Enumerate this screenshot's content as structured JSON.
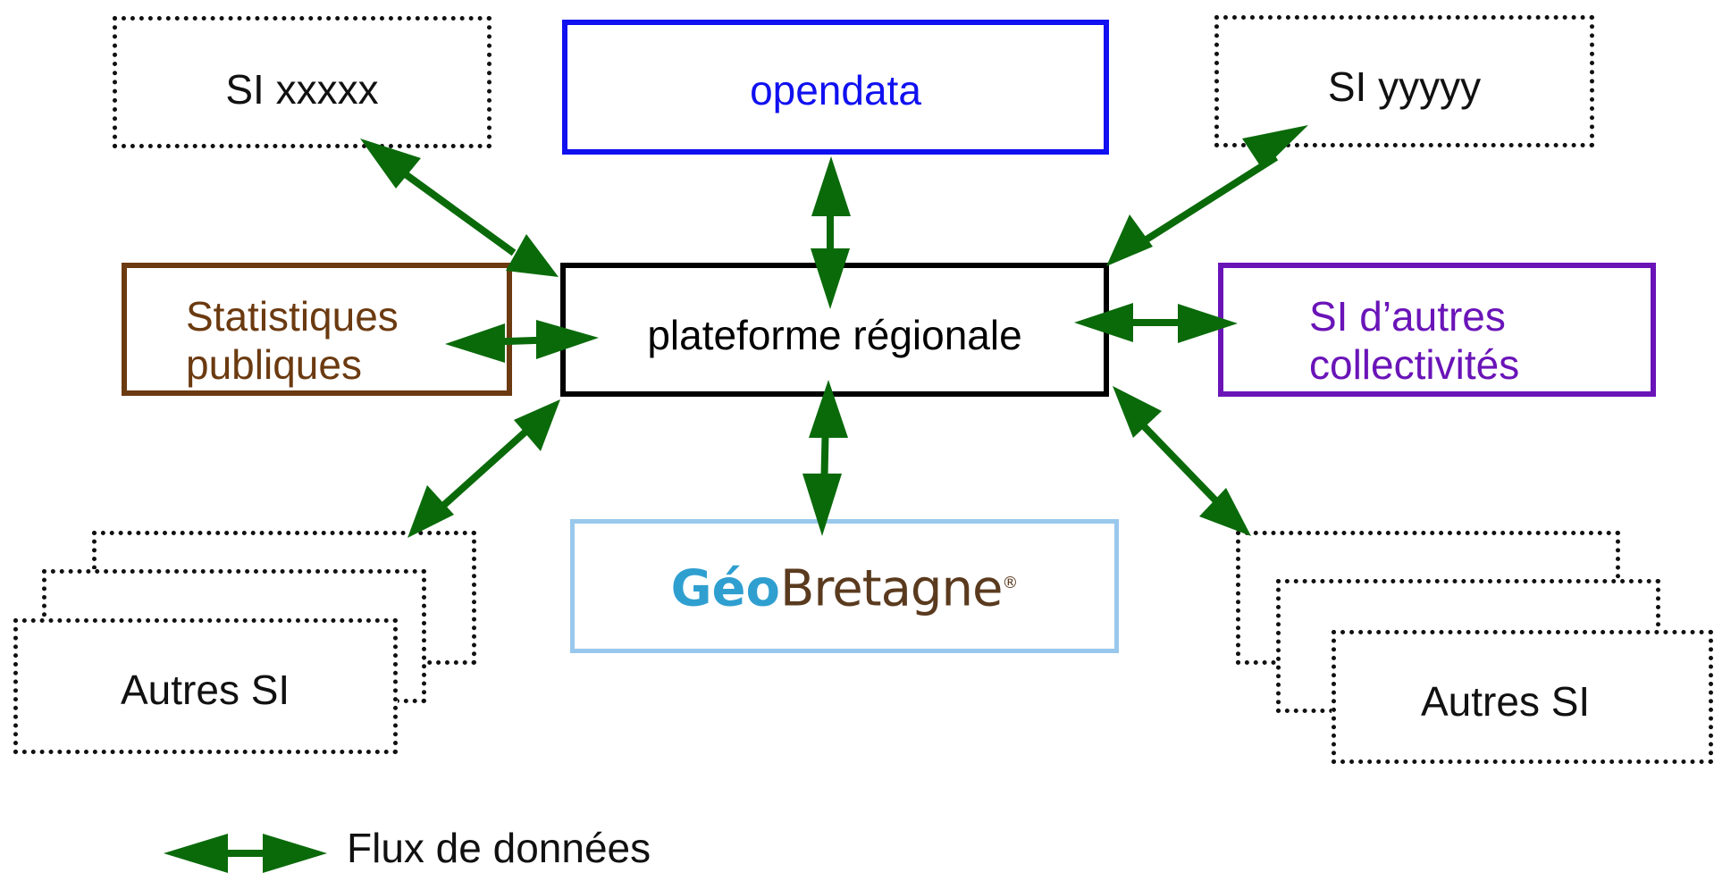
{
  "nodes": {
    "si_xxxxx": {
      "label": "SI xxxxx",
      "color": "#111111"
    },
    "opendata": {
      "label": "opendata",
      "color": "#1010f0"
    },
    "si_yyyyy": {
      "label": "SI yyyyy",
      "color": "#111111"
    },
    "statistiques_publiques": {
      "label": "Statistiques\npubliques",
      "color": "#6b3a10"
    },
    "plateforme_regionale": {
      "label": "plateforme régionale",
      "color": "#000000"
    },
    "si_autres_collectivites": {
      "label": "SI d’autres\ncollectivités",
      "color": "#6a14b8"
    },
    "geobretagne": {
      "logo_part1": "Géo",
      "logo_part2": "Bretagne",
      "logo_mark": "®",
      "border_color": "#99c8ec"
    },
    "autres_si_left": {
      "label": "Autres SI",
      "color": "#111111"
    },
    "autres_si_right": {
      "label": "Autres SI",
      "color": "#111111"
    }
  },
  "arrow_color": "#0a6a0a",
  "edges": [
    {
      "from": "plateforme_regionale",
      "to": "si_xxxxx",
      "type": "bidirectional"
    },
    {
      "from": "plateforme_regionale",
      "to": "opendata",
      "type": "bidirectional"
    },
    {
      "from": "plateforme_regionale",
      "to": "si_yyyyy",
      "type": "bidirectional"
    },
    {
      "from": "plateforme_regionale",
      "to": "statistiques_publiques",
      "type": "bidirectional"
    },
    {
      "from": "plateforme_regionale",
      "to": "si_autres_collectivites",
      "type": "bidirectional"
    },
    {
      "from": "plateforme_regionale",
      "to": "geobretagne",
      "type": "bidirectional"
    },
    {
      "from": "plateforme_regionale",
      "to": "autres_si_left",
      "type": "bidirectional"
    },
    {
      "from": "plateforme_regionale",
      "to": "autres_si_right",
      "type": "bidirectional"
    }
  ],
  "legend": {
    "label": "Flux de données"
  }
}
